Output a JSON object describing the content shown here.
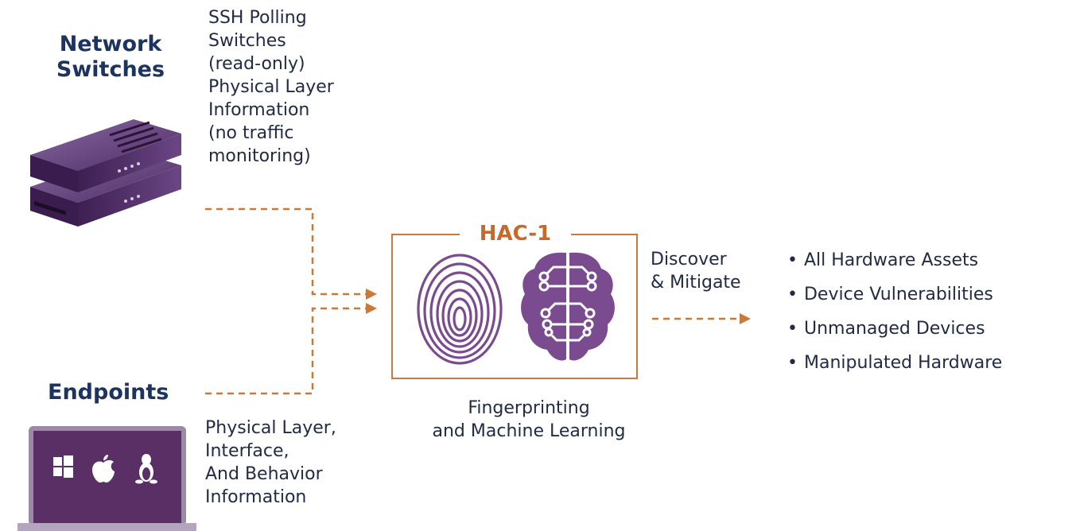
{
  "switches": {
    "title_line1": "Network",
    "title_line2": "Switches",
    "description": [
      "SSH Polling",
      "Switches",
      "(read-only)",
      "Physical Layer",
      "Information",
      "(no traffic",
      "monitoring)"
    ]
  },
  "endpoints": {
    "title": "Endpoints",
    "description": [
      "Physical Layer,",
      "Interface,",
      "And Behavior",
      "Information"
    ]
  },
  "hac": {
    "title": "HAC-1",
    "caption_line1": "Fingerprinting",
    "caption_line2": "and Machine Learning"
  },
  "output": {
    "label_line1": "Discover",
    "label_line2": "& Mitigate",
    "results": [
      "All Hardware Assets",
      "Device Vulnerabilities",
      "Unmanaged Devices",
      "Manipulated Hardware"
    ]
  },
  "colors": {
    "accent": "#c8793c",
    "heading": "#1d3461",
    "purple": "#7b4b8f"
  }
}
